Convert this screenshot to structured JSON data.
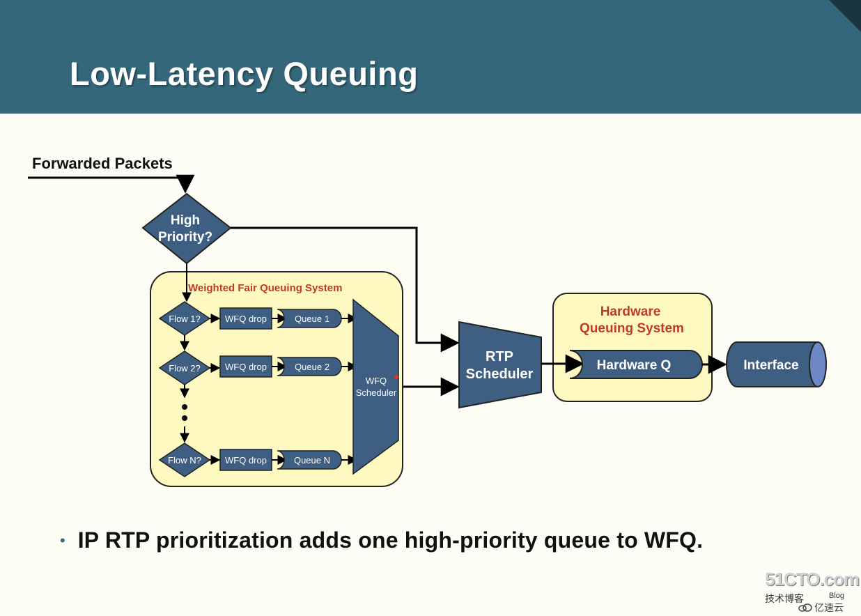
{
  "slide": {
    "title": "Low-Latency Queuing",
    "bullet": "IP RTP prioritization adds one high-priority queue to WFQ."
  },
  "diagram": {
    "input_label": "Forwarded Packets",
    "decision_line1": "High",
    "decision_line2": "Priority?",
    "wfq_system_label": "Weighted Fair Queuing System",
    "flows": [
      {
        "check": "Flow 1?",
        "drop": "WFQ drop",
        "queue": "Queue 1"
      },
      {
        "check": "Flow 2?",
        "drop": "WFQ drop",
        "queue": "Queue 2"
      },
      {
        "check": "Flow N?",
        "drop": "WFQ drop",
        "queue": "Queue N"
      }
    ],
    "wfq_scheduler_line1": "WFQ",
    "wfq_scheduler_line2": "Scheduler",
    "rtp_line1": "RTP",
    "rtp_line2": "Scheduler",
    "hw_system_line1": "Hardware",
    "hw_system_line2": "Queuing System",
    "hw_queue": "Hardware Q",
    "interface": "Interface",
    "colors": {
      "node_fill": "#3e5f82",
      "panel_fill": "#fdf9c0",
      "accent_text": "#c0392b",
      "header_bg": "#35677a"
    }
  },
  "watermark": {
    "logo": "51CTO.com",
    "sub": "技术博客",
    "sub2": "Blog",
    "brand": "亿速云"
  }
}
